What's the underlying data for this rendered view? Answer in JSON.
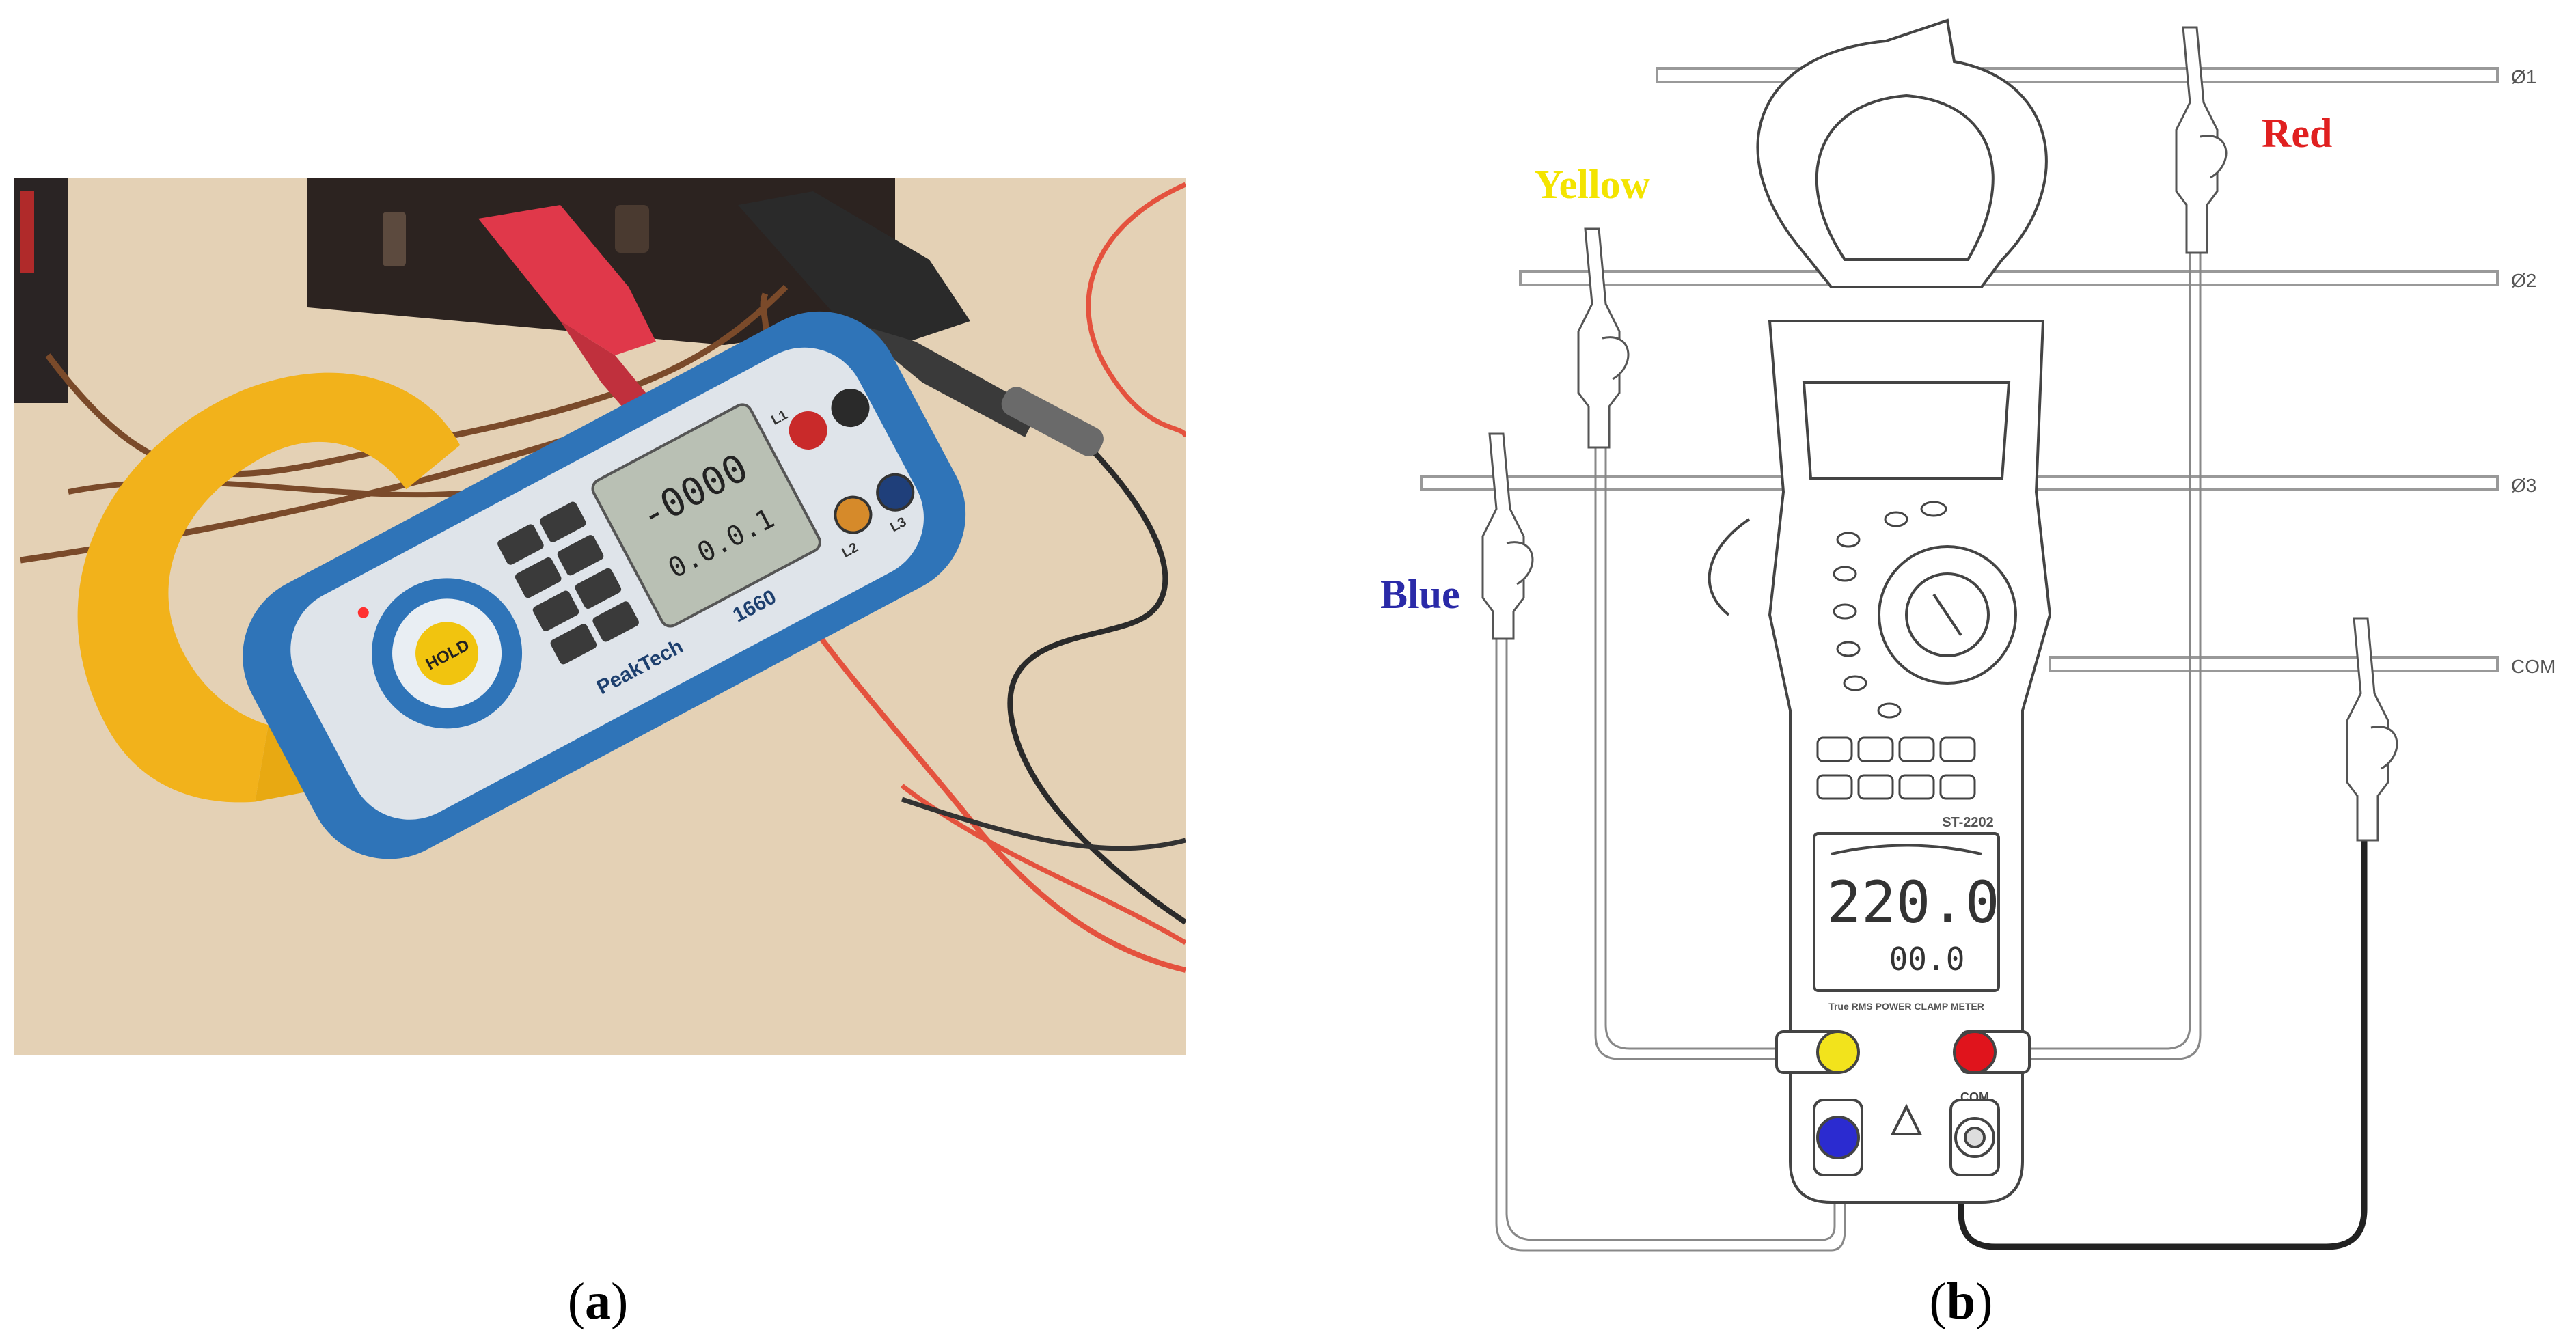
{
  "panel_a": {
    "caption_open": "(",
    "caption_letter": "a",
    "caption_close": ")",
    "meter": {
      "brand": "PeakTech",
      "model": "1660",
      "hold_label": "HOLD",
      "display_top": "-0000",
      "display_bottom": "0.0.0.1",
      "terminal_l1": "L1",
      "terminal_l2": "L2",
      "terminal_l3": "L3"
    },
    "colors": {
      "jaw": "#f2b21b",
      "body": "#2f74b8",
      "table": "#e8d6bb",
      "red_clip": "#e0384a",
      "black_clip": "#2a2a2a",
      "brown_wire": "#7a4a2a",
      "red_wire": "#e4523e"
    }
  },
  "panel_b": {
    "caption_open": "(",
    "caption_letter": "b",
    "caption_close": ")",
    "wire_labels": {
      "yellow": "Yellow",
      "red": "Red",
      "blue": "Blue"
    },
    "phase_labels": {
      "p1": "Ø1",
      "p2": "Ø2",
      "p3": "Ø3",
      "com": "COM"
    },
    "meter": {
      "model": "ST-2202",
      "lcd_main": "220.0",
      "lcd_sub": "00.0",
      "footer": "True RMS POWER CLAMP METER",
      "com_label": "COM"
    },
    "colors": {
      "yellow_label": "#f3e400",
      "red_label": "#e02020",
      "blue_label": "#2a2aa8",
      "yellow_terminal": "#f2e31c",
      "red_terminal": "#e0141c",
      "blue_terminal": "#2b2bd0",
      "outline": "#444444"
    }
  }
}
